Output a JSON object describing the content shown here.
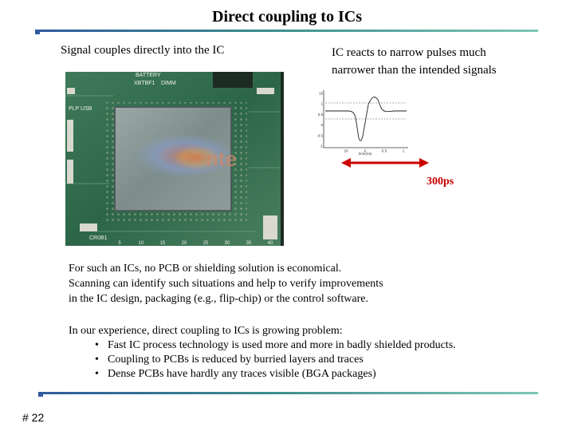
{
  "slide": {
    "title": "Direct coupling to ICs",
    "caption_left": "Signal couples directly into the IC",
    "caption_right_lines": [
      "IC reacts to narrow pulses much",
      "narrower than the intended signals"
    ],
    "pulse_width_label": "300ps",
    "paragraph1_lines": [
      "For such an ICs, no PCB or shielding solution is economical.",
      "Scanning can identify such situations and help to verify improvements",
      "in the IC design, packaging (e.g., flip-chip) or the control software."
    ],
    "paragraph2_intro": "In our experience, direct coupling to ICs is growing problem:",
    "bullets": [
      "Fast IC process technology is used more and more in badly shielded products.",
      "Coupling to PCBs is reduced by burried layers and traces",
      "Dense PCBs have hardly any traces visible (BGA packages)"
    ],
    "bullet_glyph": "•",
    "slide_number": "# 22"
  },
  "pcb_photo": {
    "silkscreen_top": [
      "BATTERY",
      "XBTBF1",
      "DIMM"
    ],
    "silkscreen_side": "PLP USB",
    "silkscreen_bottom": "CR0B1",
    "silkscreen_bottom_numbers": [
      "5",
      "10",
      "15",
      "20",
      "25",
      "30",
      "35",
      "40"
    ],
    "chip_overlay_text": "nte"
  },
  "waveform_plot": {
    "y_ticks": [
      "15",
      "1",
      "0.5",
      "0",
      "-0.5",
      "-1"
    ],
    "x_ticks": [
      "20",
      "0",
      "0.5",
      "1"
    ],
    "x_label": "time(ns)"
  },
  "colors": {
    "accent_red": "#cc0000",
    "rule_start": "#2f5a9e",
    "rule_end": "#7cc6b6"
  }
}
